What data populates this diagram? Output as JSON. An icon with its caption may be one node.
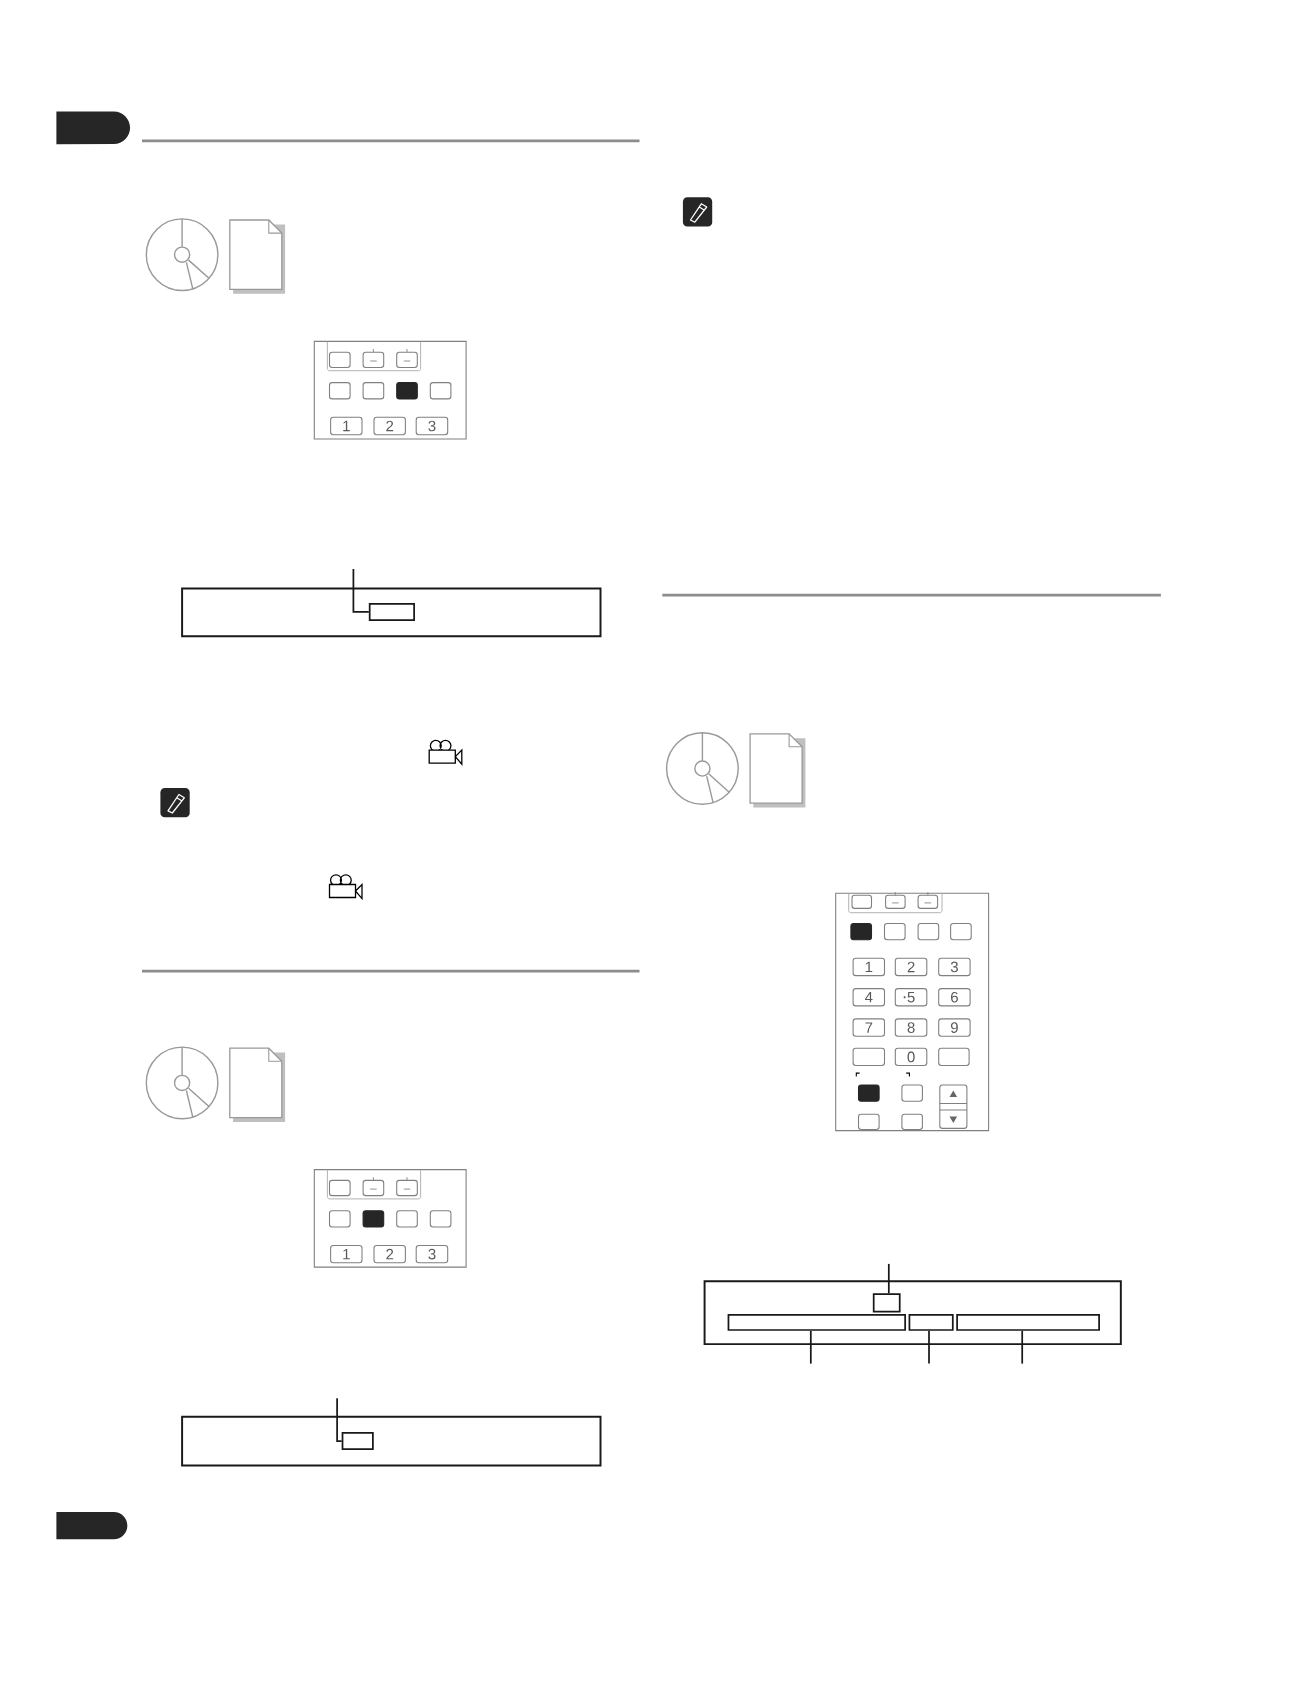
{
  "diagram": {
    "nodes": [
      {
        "text": [],
        "shape": "box"
      },
      {
        "text": [],
        "shape": "box",
        "in": 0
      },
      {
        "text": [],
        "shape": "box"
      },
      {
        "text": [],
        "shape": "box",
        "in": 2
      },
      {
        "text": [],
        "shape": "box"
      },
      {
        "text": [],
        "shape": "box",
        "in": 4
      },
      {
        "text": [],
        "shape": "box",
        "in": 4
      },
      {
        "text": [],
        "shape": "box",
        "in": 4
      },
      {
        "text": [],
        "shape": "box",
        "in": 4
      }
    ],
    "edges": [
      {
        "from": null,
        "to": 1,
        "arrow": "none"
      },
      {
        "from": null,
        "to": 3,
        "arrow": "none"
      },
      {
        "from": null,
        "to": 5,
        "arrow": "none"
      },
      {
        "from": null,
        "to": 6,
        "arrow": "none"
      },
      {
        "from": null,
        "to": 7,
        "arrow": "none"
      },
      {
        "from": null,
        "to": 8,
        "arrow": "none"
      }
    ],
    "labels": [
      "1",
      "2",
      "3",
      "1",
      "2",
      "3",
      "1",
      "2",
      "3",
      "4",
      "5",
      "6",
      "7",
      "8",
      "9",
      "0"
    ]
  }
}
